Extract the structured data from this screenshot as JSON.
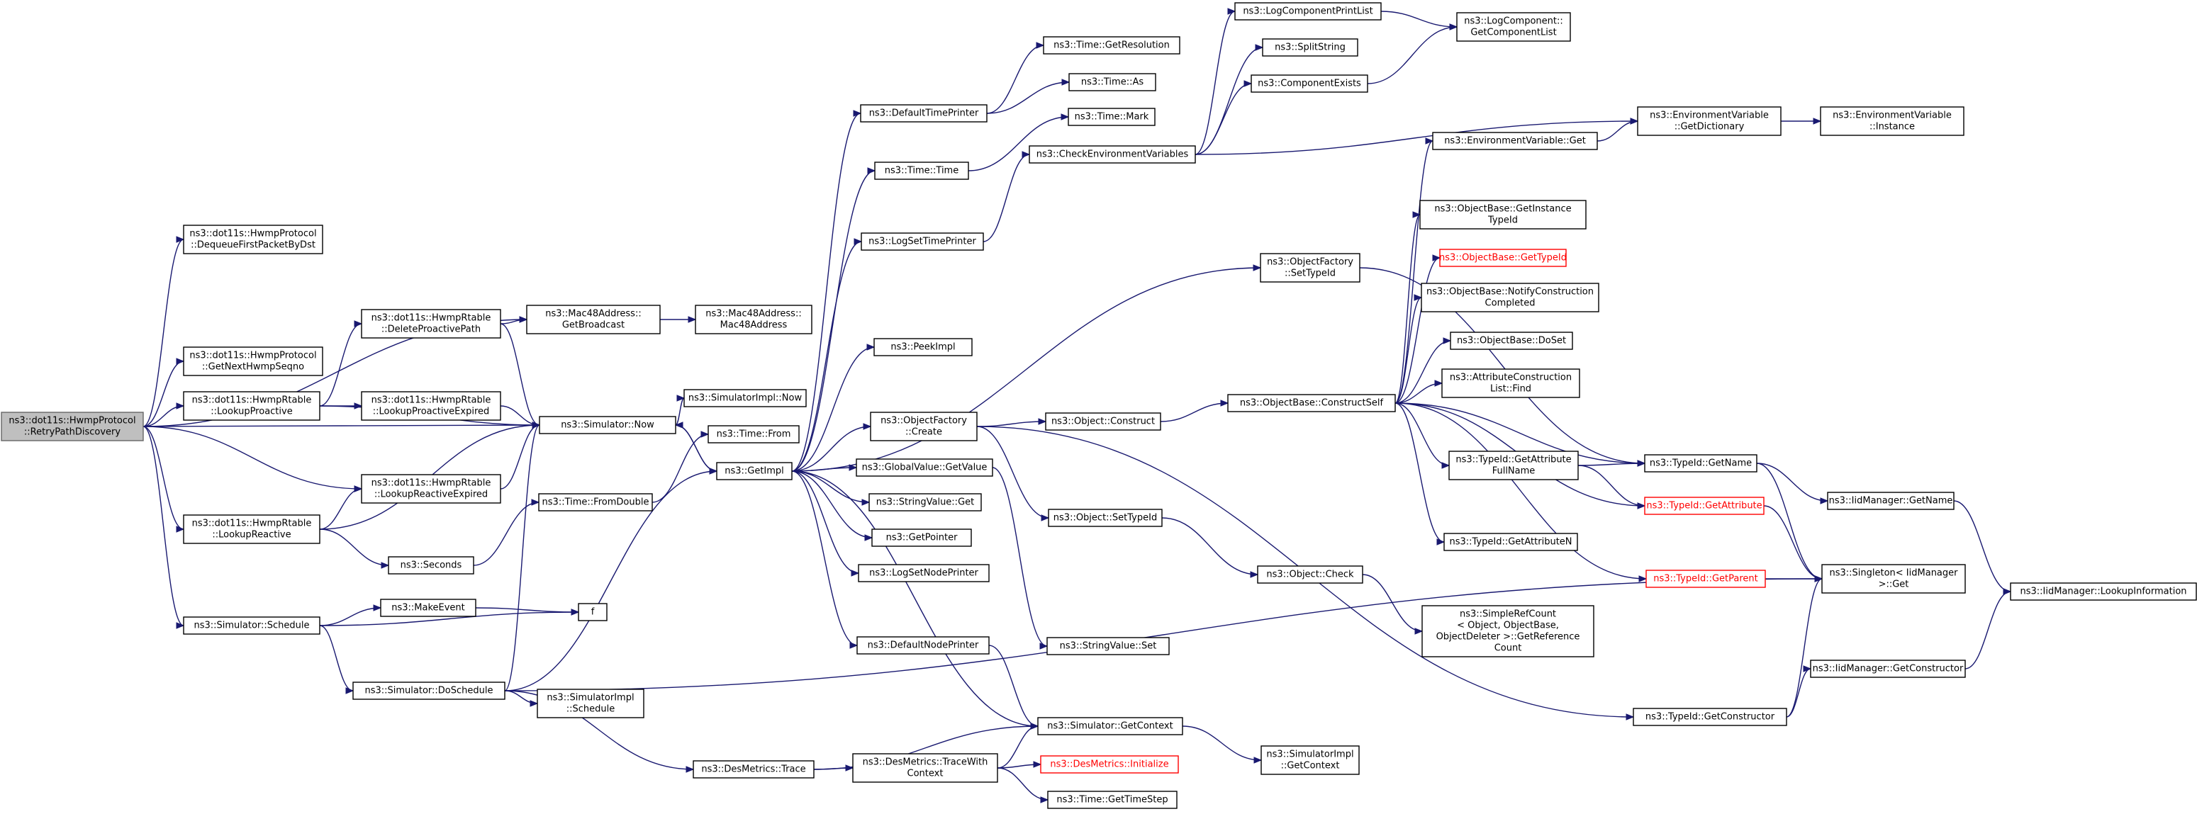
{
  "nodes": [
    {
      "id": "root",
      "lines": [
        "ns3::dot11s::HwmpProtocol",
        "::RetryPathDiscovery"
      ],
      "style": "root"
    },
    {
      "id": "dequeue",
      "lines": [
        "ns3::dot11s::HwmpProtocol",
        "::DequeueFirstPacketByDst"
      ]
    },
    {
      "id": "nextseq",
      "lines": [
        "ns3::dot11s::HwmpProtocol",
        "::GetNextHwmpSeqno"
      ]
    },
    {
      "id": "lookproact",
      "lines": [
        "ns3::dot11s::HwmpRtable",
        "::LookupProactive"
      ]
    },
    {
      "id": "lookreact",
      "lines": [
        "ns3::dot11s::HwmpRtable",
        "::LookupReactive"
      ]
    },
    {
      "id": "schedule",
      "lines": [
        "ns3::Simulator::Schedule"
      ]
    },
    {
      "id": "delproact",
      "lines": [
        "ns3::dot11s::HwmpRtable",
        "::DeleteProactivePath"
      ]
    },
    {
      "id": "lookproactexp",
      "lines": [
        "ns3::dot11s::HwmpRtable",
        "::LookupProactiveExpired"
      ]
    },
    {
      "id": "lookreactexp",
      "lines": [
        "ns3::dot11s::HwmpRtable",
        "::LookupReactiveExpired"
      ]
    },
    {
      "id": "seconds",
      "lines": [
        "ns3::Seconds"
      ]
    },
    {
      "id": "makeevent",
      "lines": [
        "ns3::MakeEvent"
      ]
    },
    {
      "id": "f",
      "lines": [
        "f"
      ]
    },
    {
      "id": "doschedule",
      "lines": [
        "ns3::Simulator::DoSchedule"
      ]
    },
    {
      "id": "getbroadcast",
      "lines": [
        "ns3::Mac48Address::",
        "GetBroadcast"
      ]
    },
    {
      "id": "mac48",
      "lines": [
        "ns3::Mac48Address::",
        "Mac48Address"
      ]
    },
    {
      "id": "simnow",
      "lines": [
        "ns3::Simulator::Now"
      ]
    },
    {
      "id": "fromdouble",
      "lines": [
        "ns3::Time::FromDouble"
      ]
    },
    {
      "id": "simimplsched",
      "lines": [
        "ns3::SimulatorImpl",
        "::Schedule"
      ]
    },
    {
      "id": "desmtrace",
      "lines": [
        "ns3::DesMetrics::Trace"
      ]
    },
    {
      "id": "simimplnow",
      "lines": [
        "ns3::SimulatorImpl::Now"
      ]
    },
    {
      "id": "timefrom",
      "lines": [
        "ns3::Time::From"
      ]
    },
    {
      "id": "getimpl",
      "lines": [
        "ns3::GetImpl"
      ]
    },
    {
      "id": "deftimeprinter",
      "lines": [
        "ns3::DefaultTimePrinter"
      ]
    },
    {
      "id": "timetime",
      "lines": [
        "ns3::Time::Time"
      ]
    },
    {
      "id": "logsettime",
      "lines": [
        "ns3::LogSetTimePrinter"
      ]
    },
    {
      "id": "peekimpl",
      "lines": [
        "ns3::PeekImpl"
      ]
    },
    {
      "id": "objfactcreate",
      "lines": [
        "ns3::ObjectFactory",
        "::Create"
      ]
    },
    {
      "id": "globalget",
      "lines": [
        "ns3::GlobalValue::GetValue"
      ]
    },
    {
      "id": "stringget",
      "lines": [
        "ns3::StringValue::Get"
      ]
    },
    {
      "id": "getpointer",
      "lines": [
        "ns3::GetPointer"
      ]
    },
    {
      "id": "logsetnode",
      "lines": [
        "ns3::LogSetNodePrinter"
      ]
    },
    {
      "id": "defnodeprinter",
      "lines": [
        "ns3::DefaultNodePrinter"
      ]
    },
    {
      "id": "tracewithctx",
      "lines": [
        "ns3::DesMetrics::TraceWith",
        "Context"
      ]
    },
    {
      "id": "timegetres",
      "lines": [
        "ns3::Time::GetResolution"
      ]
    },
    {
      "id": "timeas",
      "lines": [
        "ns3::Time::As"
      ]
    },
    {
      "id": "timemark",
      "lines": [
        "ns3::Time::Mark"
      ]
    },
    {
      "id": "checkenv",
      "lines": [
        "ns3::CheckEnvironmentVariables"
      ]
    },
    {
      "id": "objconstruct",
      "lines": [
        "ns3::Object::Construct"
      ]
    },
    {
      "id": "objsettypeid",
      "lines": [
        "ns3::Object::SetTypeId"
      ]
    },
    {
      "id": "stringset",
      "lines": [
        "ns3::StringValue::Set"
      ]
    },
    {
      "id": "simgetctx",
      "lines": [
        "ns3::Simulator::GetContext"
      ]
    },
    {
      "id": "desminit",
      "lines": [
        "ns3::DesMetrics::Initialize"
      ],
      "style": "red"
    },
    {
      "id": "timegetstep",
      "lines": [
        "ns3::Time::GetTimeStep"
      ]
    },
    {
      "id": "logcompprint",
      "lines": [
        "ns3::LogComponentPrintList"
      ]
    },
    {
      "id": "splitstring",
      "lines": [
        "ns3::SplitString"
      ]
    },
    {
      "id": "compexists",
      "lines": [
        "ns3::ComponentExists"
      ]
    },
    {
      "id": "objfactsettypeid",
      "lines": [
        "ns3::ObjectFactory",
        "::SetTypeId"
      ]
    },
    {
      "id": "constructself",
      "lines": [
        "ns3::ObjectBase::ConstructSelf"
      ]
    },
    {
      "id": "objcheck",
      "lines": [
        "ns3::Object::Check"
      ]
    },
    {
      "id": "simimplgetctx",
      "lines": [
        "ns3::SimulatorImpl",
        "::GetContext"
      ]
    },
    {
      "id": "logcompget",
      "lines": [
        "ns3::LogComponent::",
        "GetComponentList"
      ]
    },
    {
      "id": "envget",
      "lines": [
        "ns3::EnvironmentVariable::Get"
      ]
    },
    {
      "id": "getinsttypeid",
      "lines": [
        "ns3::ObjectBase::GetInstance",
        "TypeId"
      ]
    },
    {
      "id": "gettypeid",
      "lines": [
        "ns3::ObjectBase::GetTypeId"
      ],
      "style": "red"
    },
    {
      "id": "notifyconstr",
      "lines": [
        "ns3::ObjectBase::NotifyConstruction",
        "Completed"
      ]
    },
    {
      "id": "doset",
      "lines": [
        "ns3::ObjectBase::DoSet"
      ]
    },
    {
      "id": "attrconstr",
      "lines": [
        "ns3::AttributeConstruction",
        "List::Find"
      ]
    },
    {
      "id": "getattrfull",
      "lines": [
        "ns3::TypeId::GetAttribute",
        "FullName"
      ]
    },
    {
      "id": "getattrn",
      "lines": [
        "ns3::TypeId::GetAttributeN"
      ]
    },
    {
      "id": "simplerefcount",
      "lines": [
        "ns3::SimpleRefCount",
        "< Object, ObjectBase,",
        "ObjectDeleter >::GetReference",
        "Count"
      ]
    },
    {
      "id": "typegetconstr",
      "lines": [
        "ns3::TypeId::GetConstructor"
      ]
    },
    {
      "id": "envgetdict",
      "lines": [
        "ns3::EnvironmentVariable",
        "::GetDictionary"
      ]
    },
    {
      "id": "typegetname",
      "lines": [
        "ns3::TypeId::GetName"
      ]
    },
    {
      "id": "typegetattr",
      "lines": [
        "ns3::TypeId::GetAttribute"
      ],
      "style": "red"
    },
    {
      "id": "typegetparent",
      "lines": [
        "ns3::TypeId::GetParent"
      ],
      "style": "red"
    },
    {
      "id": "iidgetconstr",
      "lines": [
        "ns3::IidManager::GetConstructor"
      ]
    },
    {
      "id": "envinstance",
      "lines": [
        "ns3::EnvironmentVariable",
        "::Instance"
      ]
    },
    {
      "id": "iidgetname",
      "lines": [
        "ns3::IidManager::GetName"
      ]
    },
    {
      "id": "singleton",
      "lines": [
        "ns3::Singleton< IidManager",
        ">::Get"
      ]
    },
    {
      "id": "iidlookup",
      "lines": [
        "ns3::IidManager::LookupInformation"
      ]
    }
  ],
  "edges": [
    [
      "root",
      "dequeue"
    ],
    [
      "root",
      "getbroadcast"
    ],
    [
      "root",
      "nextseq"
    ],
    [
      "root",
      "lookproact"
    ],
    [
      "root",
      "simnow"
    ],
    [
      "root",
      "lookreactexp"
    ],
    [
      "root",
      "lookreact"
    ],
    [
      "root",
      "schedule"
    ],
    [
      "lookproact",
      "delproact"
    ],
    [
      "lookproact",
      "lookproactexp"
    ],
    [
      "lookproact",
      "simnow"
    ],
    [
      "delproact",
      "getbroadcast"
    ],
    [
      "delproact",
      "simnow"
    ],
    [
      "lookproactexp",
      "simnow"
    ],
    [
      "lookreactexp",
      "simnow"
    ],
    [
      "lookreact",
      "lookreactexp"
    ],
    [
      "lookreact",
      "simnow"
    ],
    [
      "lookreact",
      "seconds"
    ],
    [
      "seconds",
      "fromdouble"
    ],
    [
      "fromdouble",
      "timefrom"
    ],
    [
      "schedule",
      "makeevent"
    ],
    [
      "schedule",
      "f"
    ],
    [
      "schedule",
      "doschedule"
    ],
    [
      "makeevent",
      "f"
    ],
    [
      "doschedule",
      "simnow"
    ],
    [
      "doschedule",
      "getimpl"
    ],
    [
      "doschedule",
      "simimplsched"
    ],
    [
      "doschedule",
      "desmtrace"
    ],
    [
      "doschedule",
      "singleton"
    ],
    [
      "getbroadcast",
      "mac48"
    ],
    [
      "simnow",
      "simimplnow"
    ],
    [
      "simnow",
      "getimpl"
    ],
    [
      "getimpl",
      "simnow"
    ],
    [
      "getimpl",
      "deftimeprinter"
    ],
    [
      "getimpl",
      "timetime"
    ],
    [
      "getimpl",
      "logsettime"
    ],
    [
      "getimpl",
      "peekimpl"
    ],
    [
      "getimpl",
      "objfactcreate"
    ],
    [
      "getimpl",
      "globalget"
    ],
    [
      "getimpl",
      "stringget"
    ],
    [
      "getimpl",
      "getpointer"
    ],
    [
      "getimpl",
      "logsetnode"
    ],
    [
      "getimpl",
      "defnodeprinter"
    ],
    [
      "getimpl",
      "objfactsettypeid"
    ],
    [
      "getimpl",
      "simgetctx"
    ],
    [
      "desmtrace",
      "simgetctx"
    ],
    [
      "desmtrace",
      "tracewithctx"
    ],
    [
      "tracewithctx",
      "simgetctx"
    ],
    [
      "tracewithctx",
      "desminit"
    ],
    [
      "tracewithctx",
      "timegetstep"
    ],
    [
      "defnodeprinter",
      "simgetctx"
    ],
    [
      "simgetctx",
      "simimplgetctx"
    ],
    [
      "deftimeprinter",
      "timegetres"
    ],
    [
      "deftimeprinter",
      "timeas"
    ],
    [
      "timetime",
      "timemark"
    ],
    [
      "logsettime",
      "checkenv"
    ],
    [
      "checkenv",
      "logcompprint"
    ],
    [
      "checkenv",
      "splitstring"
    ],
    [
      "checkenv",
      "compexists"
    ],
    [
      "checkenv",
      "envgetdict"
    ],
    [
      "logcompprint",
      "logcompget"
    ],
    [
      "compexists",
      "logcompget"
    ],
    [
      "objfactcreate",
      "objconstruct"
    ],
    [
      "objfactcreate",
      "objsettypeid"
    ],
    [
      "objfactcreate",
      "typegetconstr"
    ],
    [
      "globalget",
      "stringset"
    ],
    [
      "objconstruct",
      "constructself"
    ],
    [
      "objsettypeid",
      "objcheck"
    ],
    [
      "objcheck",
      "simplerefcount"
    ],
    [
      "objfactsettypeid",
      "typegetname"
    ],
    [
      "constructself",
      "envget"
    ],
    [
      "constructself",
      "getinsttypeid"
    ],
    [
      "constructself",
      "gettypeid"
    ],
    [
      "constructself",
      "notifyconstr"
    ],
    [
      "constructself",
      "doset"
    ],
    [
      "constructself",
      "attrconstr"
    ],
    [
      "constructself",
      "typegetname"
    ],
    [
      "constructself",
      "getattrfull"
    ],
    [
      "constructself",
      "typegetattr"
    ],
    [
      "constructself",
      "getattrn"
    ],
    [
      "constructself",
      "typegetparent"
    ],
    [
      "envget",
      "envgetdict"
    ],
    [
      "envgetdict",
      "envinstance"
    ],
    [
      "getattrfull",
      "typegetname"
    ],
    [
      "getattrfull",
      "typegetattr"
    ],
    [
      "typegetname",
      "iidgetname"
    ],
    [
      "typegetname",
      "singleton"
    ],
    [
      "typegetattr",
      "singleton"
    ],
    [
      "typegetparent",
      "singleton"
    ],
    [
      "typegetconstr",
      "singleton"
    ],
    [
      "typegetconstr",
      "iidgetconstr"
    ],
    [
      "iidgetname",
      "iidlookup"
    ],
    [
      "iidgetconstr",
      "iidlookup"
    ]
  ]
}
